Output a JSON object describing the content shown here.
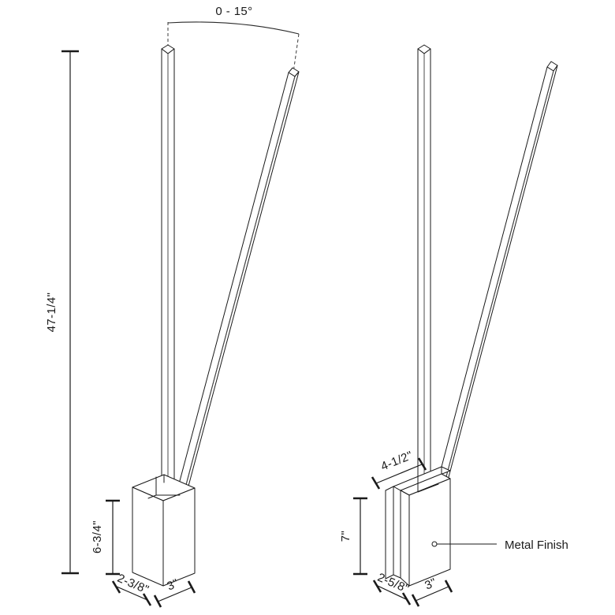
{
  "drawing": {
    "title": "Floor lamp dimensional drawing",
    "background_color": "#ffffff",
    "line_color": "#1a1a1a",
    "views": [
      {
        "name": "front-view",
        "label": ""
      },
      {
        "name": "side-view",
        "label": ""
      }
    ],
    "dimensions": {
      "overall_height": "47-1/4\"",
      "angle_range": "0 - 15°",
      "front_base_height": "6-3/4\"",
      "front_base_depth": "2-3/8\"",
      "front_base_width": "3\"",
      "side_base_height": "7\"",
      "side_base_depth": "2-5/8\"",
      "side_base_width": "3\"",
      "side_base_projection": "4-1/2\""
    },
    "annotations": {
      "metal_finish": "Metal Finish"
    }
  }
}
